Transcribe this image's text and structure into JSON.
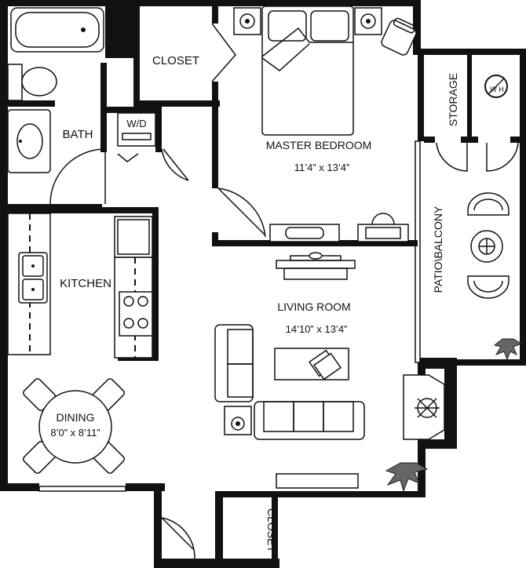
{
  "rooms": {
    "closet_top": "CLOSET",
    "bath": "BATH",
    "washer_dryer": "W/D",
    "master_bedroom": "MASTER BEDROOM",
    "master_bedroom_dims": "11’4” x 13’4”",
    "storage": "STORAGE",
    "water_heater": "W H",
    "patio_balcony": "PATIO\\BALCONY",
    "kitchen": "KITCHEN",
    "living_room": "LIVING ROOM",
    "living_room_dims": "14’10” x 13’4”",
    "dining": "DINING",
    "dining_dims": "8’0” x 8’11”",
    "closet_bottom": "CLOSET"
  },
  "icons": [
    "bathtub-icon",
    "toilet-icon",
    "sink-icon",
    "bed-icon",
    "nightstand-lamp-icon",
    "armchair-icon",
    "dresser-icon",
    "desk-icon",
    "tv-stand-icon",
    "sofa-icon",
    "loveseat-icon",
    "coffee-table-icon",
    "side-table-icon",
    "fireplace-icon",
    "plant-icon",
    "dining-table-icon",
    "stove-icon",
    "refrigerator-icon",
    "patio-chair-icon",
    "patio-table-icon",
    "water-heater-icon"
  ]
}
